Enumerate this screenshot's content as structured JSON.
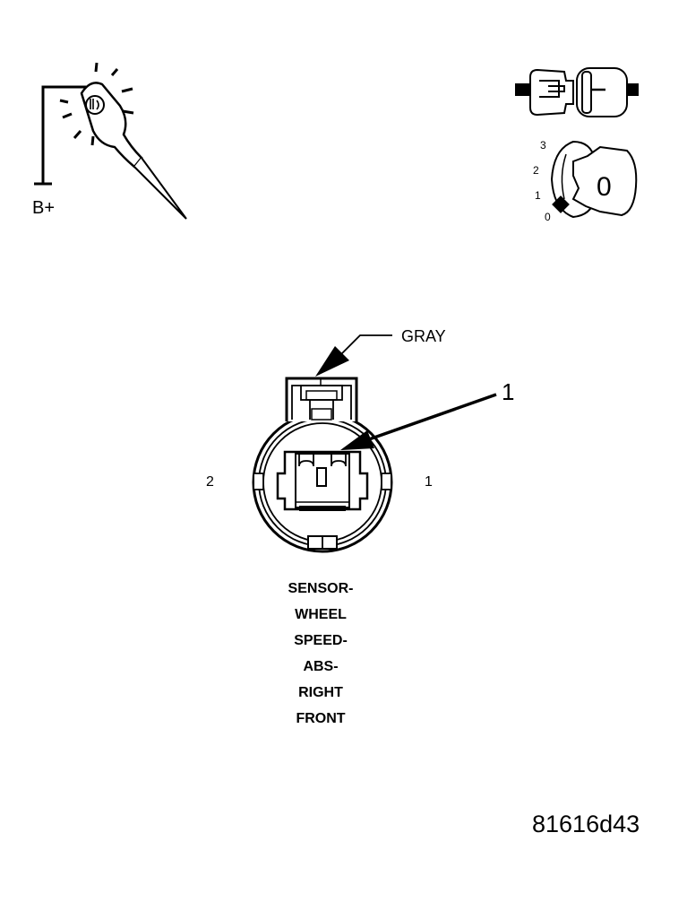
{
  "test_light_label": "B+",
  "ignition": {
    "positions": [
      "3",
      "2",
      "1",
      "0"
    ],
    "key_label": "0"
  },
  "wire_color_label": "GRAY",
  "callout_number": "1",
  "pin_labels": {
    "left": "2",
    "right": "1"
  },
  "connector_caption": [
    "SENSOR-",
    "WHEEL",
    "SPEED-",
    "ABS-",
    "RIGHT",
    "FRONT"
  ],
  "figure_id": "81616d43"
}
